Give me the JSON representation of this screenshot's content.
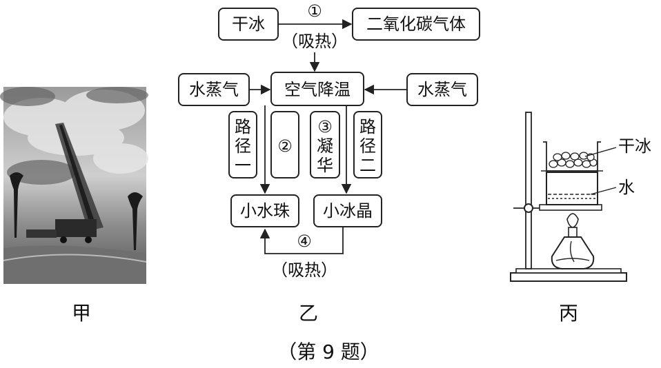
{
  "panels": {
    "jia": {
      "label": "甲"
    },
    "yi": {
      "label": "乙"
    },
    "bing": {
      "label": "丙"
    }
  },
  "caption": "（第 9 题）",
  "flow": {
    "dry_ice": "干冰",
    "co2_gas": "二氧化碳气体",
    "step1_num": "①",
    "absorb_heat_1": "（吸热）",
    "vapor_left": "水蒸气",
    "air_cool": "空气降温",
    "vapor_right": "水蒸气",
    "path1": [
      "路",
      "径",
      "一"
    ],
    "step2_num": "②",
    "step3": [
      "③",
      "凝",
      "华"
    ],
    "path2": [
      "路",
      "径",
      "二"
    ],
    "water_drop": "小水珠",
    "ice_crystal": "小冰晶",
    "step4_num": "④",
    "absorb_heat_2": "（吸热）"
  },
  "apparatus": {
    "dry_ice_label": "干冰",
    "water_label": "水"
  }
}
